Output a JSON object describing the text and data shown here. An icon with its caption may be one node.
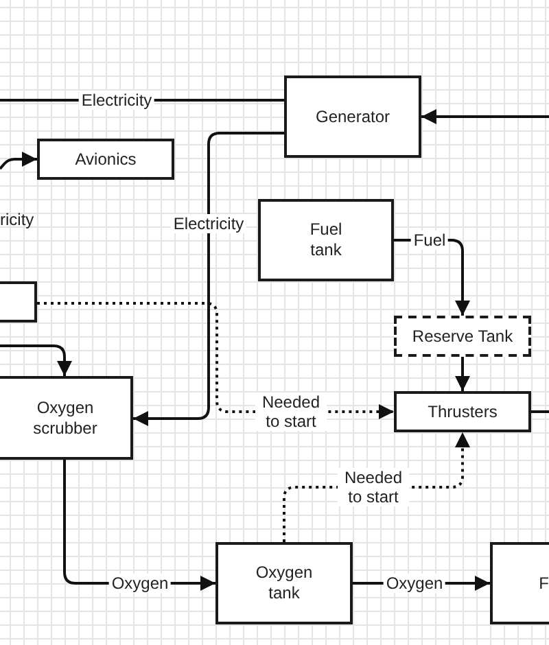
{
  "diagram": {
    "nodes": [
      {
        "text": [
          "Generator"
        ]
      },
      {
        "text": [
          "Avionics"
        ]
      },
      {
        "text": [
          "Fuel tank"
        ]
      },
      {
        "text": [],
        "shape": "box"
      },
      {
        "text": [
          "Reserve Tank"
        ]
      },
      {
        "text": [
          "Oxygen scrubber"
        ]
      },
      {
        "text": [
          "Thrusters"
        ]
      },
      {
        "text": [
          "Oxygen tank"
        ]
      },
      {
        "text": [
          "F"
        ]
      }
    ],
    "edges": [
      {
        "from": 0,
        "to": null,
        "arrow": "none",
        "label": "Electricity"
      },
      {
        "from": null,
        "to": 0,
        "arrow": "to"
      },
      {
        "from": null,
        "to": 1,
        "arrow": "to"
      },
      {
        "from": 0,
        "to": 5,
        "arrow": "to",
        "label": "Electricity"
      },
      {
        "from": 2,
        "to": 4,
        "arrow": "to",
        "label": "Fuel"
      },
      {
        "from": 3,
        "to": 6,
        "arrow": "to",
        "label": "Needed to start",
        "style": "dashed"
      },
      {
        "from": null,
        "to": 5,
        "arrow": "to"
      },
      {
        "from": 4,
        "to": 6,
        "arrow": "to"
      },
      {
        "from": 6,
        "to": null,
        "arrow": "none"
      },
      {
        "from": 7,
        "to": 6,
        "arrow": "to",
        "label": "Needed to start",
        "style": "dashed"
      },
      {
        "from": 5,
        "to": 7,
        "arrow": "to",
        "label": "Oxygen"
      },
      {
        "from": 7,
        "to": 8,
        "arrow": "to",
        "label": "Oxygen"
      }
    ],
    "labels": [
      "ricity"
    ]
  }
}
